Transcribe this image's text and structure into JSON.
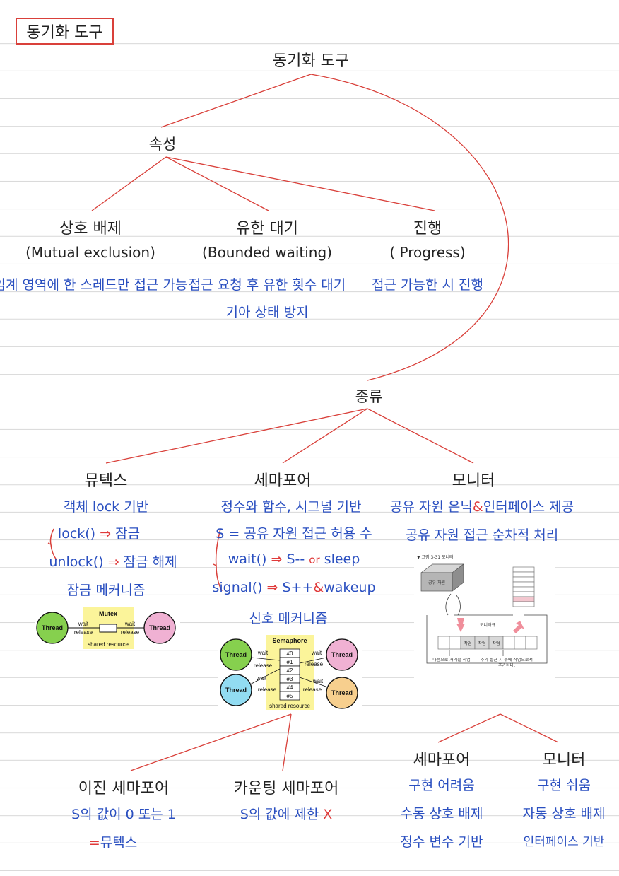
{
  "page_title": "동기화 도구",
  "root": "동기화 도구",
  "properties": {
    "heading": "속성",
    "items": [
      {
        "name": "상호 배제",
        "english": "(Mutual exclusion)",
        "desc": [
          "임계 영역에 한 스레드만 접근 가능"
        ]
      },
      {
        "name": "유한 대기",
        "english": "(Bounded waiting)",
        "desc": [
          "접근 요청 후 유한 횟수 대기",
          "기아 상태 방지"
        ]
      },
      {
        "name": "진행",
        "english": "( Progress)",
        "desc": [
          "접근 가능한 시 진행"
        ]
      }
    ]
  },
  "types": {
    "heading": "종류",
    "mutex": {
      "name": "뮤텍스",
      "desc1": "객체 lock 기반",
      "lock": "lock()",
      "lock_result": "잠금",
      "unlock": "unlock()",
      "unlock_result": "잠금 해제",
      "mechanism": "잠금 메커니즘",
      "figure": {
        "title": "Mutex",
        "thread_left": "Thread",
        "thread_right": "Thread",
        "wait": "wait",
        "release": "release",
        "shared": "shared resource"
      }
    },
    "semaphore": {
      "name": "세마포어",
      "desc1": "정수와 함수, 시그널 기반",
      "s_line": "S = 공유 자원 접근 허용 수",
      "wait_fn": "wait()",
      "wait_result": "S--",
      "or": "or",
      "sleep": "sleep",
      "signal_fn": "signal()",
      "signal_result": "S++",
      "amp": "&",
      "wakeup": "wakeup",
      "mechanism": "신호 메커니즘",
      "figure": {
        "title": "Semaphore",
        "slots": [
          "#0",
          "#1",
          "#2",
          "#3",
          "#4",
          "#5"
        ],
        "thread": "Thread",
        "wait": "wait",
        "release": "release",
        "shared": "shared resource"
      }
    },
    "monitor": {
      "name": "모니터",
      "desc1_a": "공유 자원 은닉",
      "desc1_amp": "&",
      "desc1_b": "인터페이스 제공",
      "desc2": "공유 자원 접근 순차적 처리",
      "figure": {
        "caption": "▼ 그림 3-31 모니터",
        "resource": "공유 자원",
        "queue": "모니터큐",
        "jobs": [
          "작업",
          "작업",
          "작업"
        ],
        "note_left": "다음으로 처리될 작업",
        "note_right": "추가 접근 시 큐에 작업으로서 추가된다."
      }
    }
  },
  "semaphore_kinds": [
    {
      "name": "이진 세마포어",
      "line1": "S의 값이 0 또는 1",
      "line2_eq": "=",
      "line2": "뮤텍스"
    },
    {
      "name": "카운팅 세마포어",
      "line1": "S의 값에 제한",
      "line1_mark": "X"
    }
  ],
  "comparison": [
    {
      "name": "세마포어",
      "items": [
        "구현 어려움",
        "수동 상호 배제",
        "정수 변수 기반"
      ]
    },
    {
      "name": "모니터",
      "items": [
        "구현 쉬움",
        "자동 상호 배제",
        "인터페이스 기반"
      ]
    }
  ]
}
